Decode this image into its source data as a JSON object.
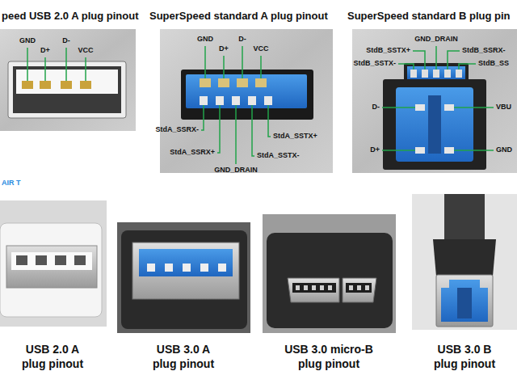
{
  "diagram": {
    "labels": [
      "peed USB 2.0 A plug pinout",
      "SuperSpeed standard A plug pinout",
      "SuperSpeed standard B plug pin",
      "GND",
      "D+",
      "D-",
      "VCC",
      "GND",
      "D+",
      "D-",
      "VCC",
      "StdA_SSRX-",
      "StdA_SSRX+",
      "GND_DRAIN",
      "StdA_SSTX-",
      "StdA_SSTX+",
      "GND_DRAIN",
      "StdB_SSTX+",
      "StdB_SSRX-",
      "StdB_SSTX-",
      "StdB_SS",
      "D-",
      "VBU",
      "D+",
      "GND",
      "AIR T",
      "USB 2.0 A plug pinout",
      "USB 3.0 A plug pinout",
      "USB 3.0 micro-B plug pinout",
      "USB 3.0 B plug pinout"
    ]
  }
}
